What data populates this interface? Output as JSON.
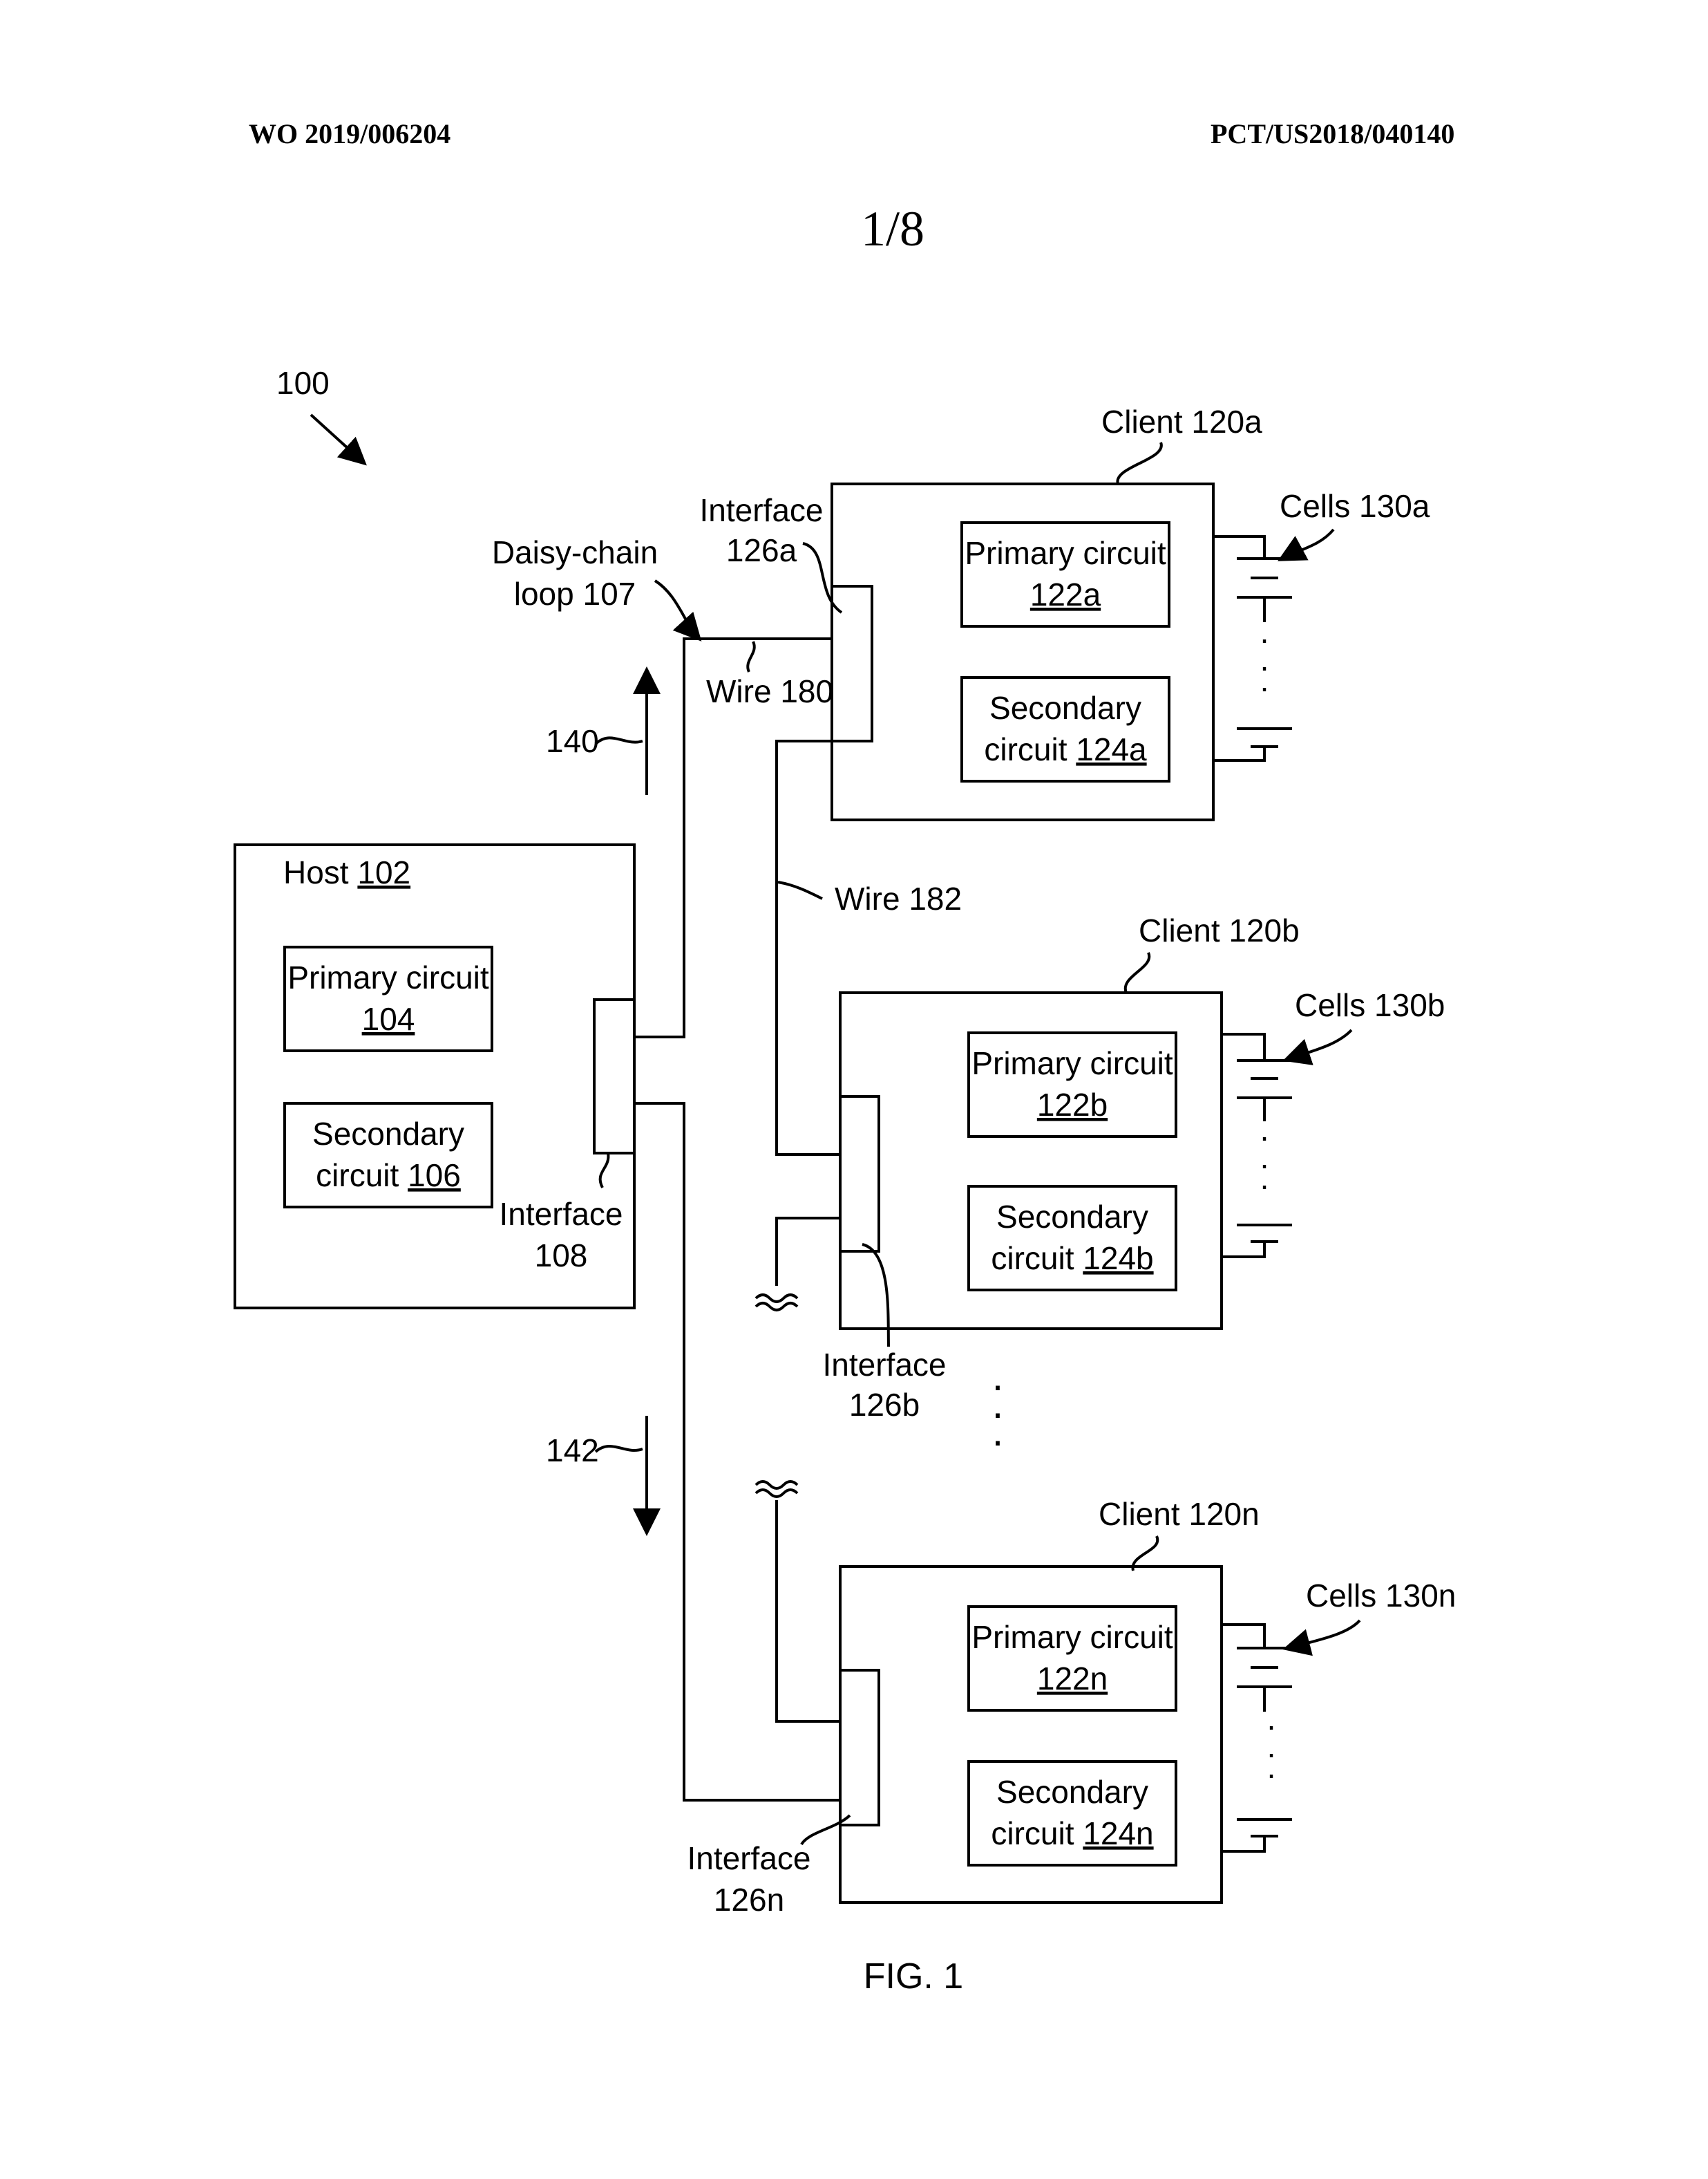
{
  "header": {
    "pub_number": "WO 2019/006204",
    "app_number": "PCT/US2018/040140",
    "sheet": "1/8"
  },
  "figure": {
    "ref_system": "100",
    "caption": "FIG. 1",
    "host": {
      "title": "Host ",
      "ref": "102",
      "primary_l1": "Primary circuit",
      "primary_ref": "104",
      "secondary_l1": "Secondary",
      "secondary_l2": "circuit ",
      "secondary_ref": "106",
      "interface_l1": "Interface",
      "interface_l2": "108"
    },
    "daisy_chain_l1": "Daisy-chain",
    "daisy_chain_l2": "loop 107",
    "wire_180": "Wire 180",
    "wire_182": "Wire 182",
    "arrow_140": "140",
    "arrow_142": "142",
    "clients": [
      {
        "title": "Client 120a",
        "primary_l1": "Primary circuit",
        "primary_ref": "122a",
        "secondary_l1": "Secondary",
        "secondary_l2": "circuit ",
        "secondary_ref": "124a",
        "cells": "Cells 130a",
        "interface_l1": "Interface",
        "interface_l2": "126a"
      },
      {
        "title": "Client 120b",
        "primary_l1": "Primary circuit",
        "primary_ref": "122b",
        "secondary_l1": "Secondary",
        "secondary_l2": "circuit ",
        "secondary_ref": "124b",
        "cells": "Cells 130b",
        "interface_l1": "Interface",
        "interface_l2": "126b"
      },
      {
        "title": "Client 120n",
        "primary_l1": "Primary circuit",
        "primary_ref": "122n",
        "secondary_l1": "Secondary",
        "secondary_l2": "circuit ",
        "secondary_ref": "124n",
        "cells": "Cells 130n",
        "interface_l1": "Interface",
        "interface_l2": "126n"
      }
    ]
  }
}
